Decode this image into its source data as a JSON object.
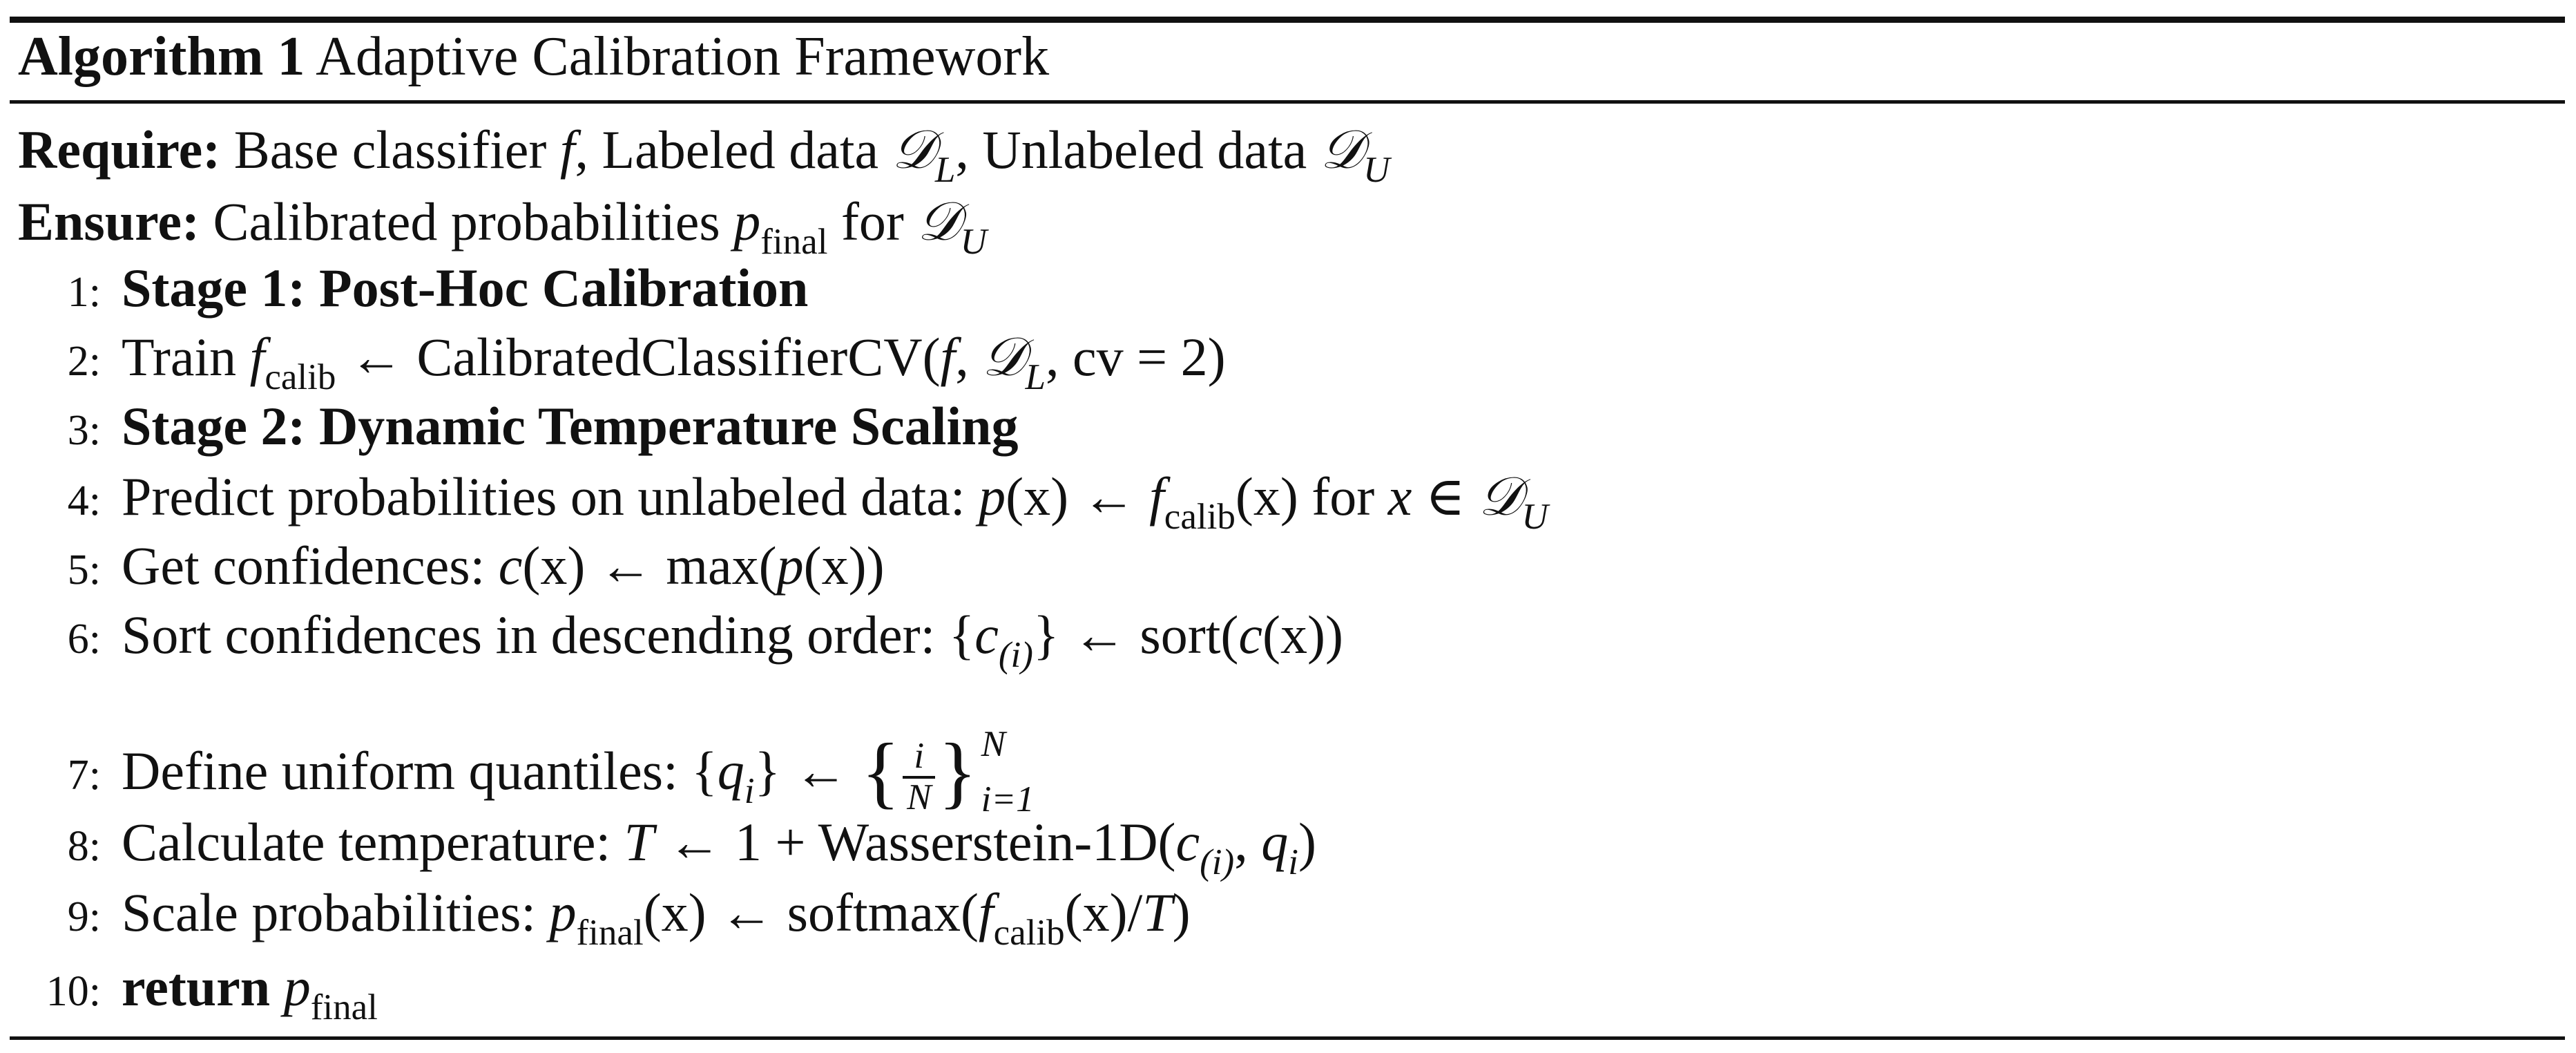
{
  "algorithm": {
    "label": "Algorithm 1",
    "title": "Adaptive Calibration Framework"
  },
  "require": {
    "label": "Require:",
    "text_1": "Base classifier",
    "f": "f",
    "text_2": ", Labeled data",
    "DL": "𝒟",
    "L": "L",
    "text_3": ", Unlabeled data",
    "DU": "𝒟",
    "U": "U"
  },
  "ensure": {
    "label": "Ensure:",
    "text_1": "Calibrated probabilities",
    "p": "p",
    "final": "final",
    "text_2": "for",
    "D": "𝒟",
    "U": "U"
  },
  "steps": [
    {
      "num": "1:",
      "bold": "Stage 1: Post-Hoc Calibration"
    },
    {
      "num": "2:",
      "text": "Train",
      "f": "f",
      "calib": "calib",
      "expr": "← CalibratedClassifierCV(",
      "f2": "f",
      "sep": ", ",
      "D": "𝒟",
      "L": "L",
      "tail": ", cv = 2)"
    },
    {
      "num": "3:",
      "bold": "Stage 2: Dynamic Temperature Scaling"
    },
    {
      "num": "4:",
      "text": "Predict probabilities on unlabeled data:",
      "p": "p",
      "px": "(x) ←",
      "f": "f",
      "calib": "calib",
      "fx": "(x)",
      "for": "for",
      "x": "x",
      "in": "∈",
      "D": "𝒟",
      "U": "U"
    },
    {
      "num": "5:",
      "text": "Get confidences:",
      "c": "c",
      "expr": "(x) ← max(",
      "p": "p",
      "tail": "(x))"
    },
    {
      "num": "6:",
      "text": "Sort confidences in descending order:",
      "open": "{",
      "c": "c",
      "sub": "(i)",
      "close": "}",
      "arrow": "← sort(",
      "c2": "c",
      "tail": "(x))"
    },
    {
      "num": "7:",
      "text": "Define uniform quantiles:",
      "open": "{",
      "q": "q",
      "i": "i",
      "close": "}",
      "arrow": "←",
      "num_i": "i",
      "den_N": "N",
      "upper": "N",
      "lower": "i=1"
    },
    {
      "num": "8:",
      "text": "Calculate temperature:",
      "T": "T",
      "expr": "← 1 + Wasserstein-1D(",
      "c": "c",
      "sub": "(i)",
      "sep": ", ",
      "q": "q",
      "i": "i",
      "tail": ")"
    },
    {
      "num": "9:",
      "text": "Scale probabilities:",
      "p": "p",
      "final": "final",
      "expr": "(x) ← softmax(",
      "f": "f",
      "calib": "calib",
      "tail": "(x)/",
      "T": "T",
      "end": ")"
    },
    {
      "num": "10:",
      "bold": "return",
      "p": "p",
      "final": "final"
    }
  ]
}
